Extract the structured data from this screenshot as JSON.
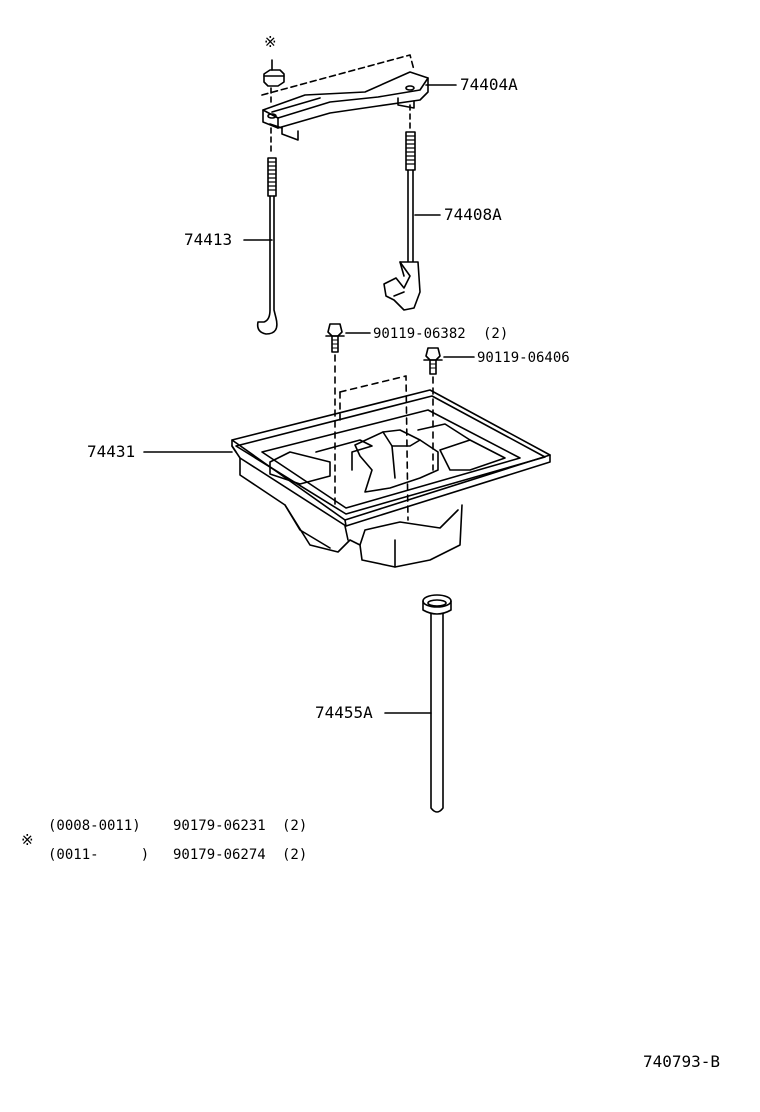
{
  "parts": {
    "hold_down_clamp": "74404A",
    "clamp_bolt_right": "74408A",
    "clamp_bolt_left": "74413",
    "bolt_1": "90119-06382",
    "bolt_1_qty": "(2)",
    "bolt_2": "90119-06406",
    "battery_tray": "74431",
    "tray_support_rod": "74455A"
  },
  "legend": {
    "symbol": "※",
    "rows": [
      {
        "range": "(0008-0011)",
        "part": "90179-06231",
        "qty": "(2)"
      },
      {
        "range": "(0011-     )",
        "part": "90179-06274",
        "qty": "(2)"
      }
    ]
  },
  "footer": {
    "diagram_id": "740793-B"
  }
}
